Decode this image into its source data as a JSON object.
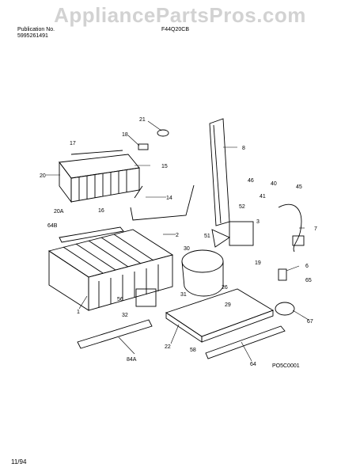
{
  "watermark": "AppliancePartsPros.com",
  "header": {
    "publication_label": "Publication No.",
    "publication_number": "5995261491",
    "model": "F44Q20CB"
  },
  "footer": {
    "date": "11/94"
  },
  "callouts": {
    "c21": "21",
    "c18": "18",
    "c17": "17",
    "c15": "15",
    "c20": "20",
    "c14": "14",
    "c20a": "20A",
    "c16": "16",
    "c64b": "64B",
    "c2": "2",
    "c8": "8",
    "c46": "46",
    "c41": "41",
    "c45": "45",
    "c40": "40",
    "c52": "52",
    "c3": "3",
    "c7": "7",
    "c30": "30",
    "c51": "51",
    "c19": "19",
    "c6": "6",
    "c65": "65",
    "c1": "1",
    "c56": "56",
    "c31": "31",
    "c26": "26",
    "c32": "32",
    "c29": "29",
    "c67": "67",
    "c22": "22",
    "c84a": "84A",
    "c58": "58",
    "c64": "64"
  },
  "diagram_code": "PO5C0001"
}
